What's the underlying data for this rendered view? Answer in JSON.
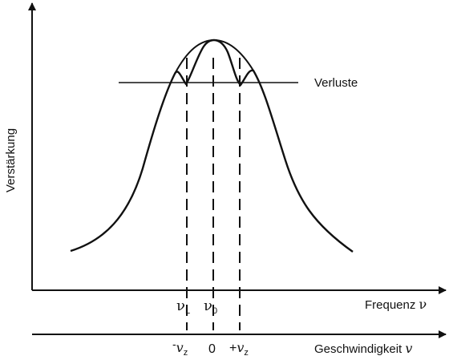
{
  "labels": {
    "y_axis": "Verstärkung",
    "losses": "Verluste",
    "freq_axis_text": "Frequenz",
    "freq_axis_symbol": "ν",
    "vel_axis_text": "Geschwindigkeit",
    "vel_axis_symbol": "v",
    "nu": "ν",
    "nu_l_sub": "L",
    "nu_0_sub": "0",
    "v": "v",
    "v_z_sub": "z",
    "minus_sign": "-",
    "plus_sign": "+",
    "zero": "0"
  },
  "colors": {
    "line": "#111111",
    "background": "#ffffff"
  }
}
